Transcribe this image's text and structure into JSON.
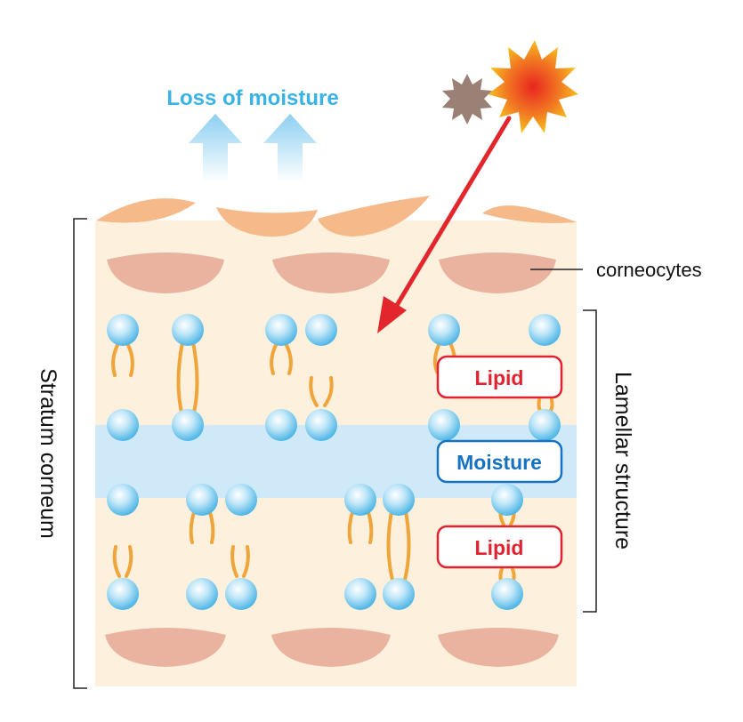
{
  "labels": {
    "loss_of_moisture": "Loss of moisture",
    "corneocytes": "corneocytes",
    "stratum_corneum": "Stratum corneum",
    "lamellar_structure": "Lamellar structure",
    "lipid_upper": "Lipid",
    "moisture": "Moisture",
    "lipid_lower": "Lipid"
  },
  "colors": {
    "skin_background": "#fdf0dc",
    "corneocyte": "#eab3a0",
    "top_cell": "#f6b98a",
    "moisture_band": "#cfe9f8",
    "lipid_head": "#5fbfe9",
    "lipid_tail": "#f0a53b",
    "arrow_up": "#9fd6f3",
    "arrow_red": "#e3262b",
    "lipid_text": "#e2232f",
    "moisture_text": "#1773c2",
    "loss_text": "#39b3e6",
    "sun_outer": "#f7d11f",
    "sun_inner": "#ec3b26",
    "dust": "#9b8175"
  },
  "icons": [
    "sun-icon",
    "dust-particle-icon",
    "up-arrow-icon"
  ]
}
